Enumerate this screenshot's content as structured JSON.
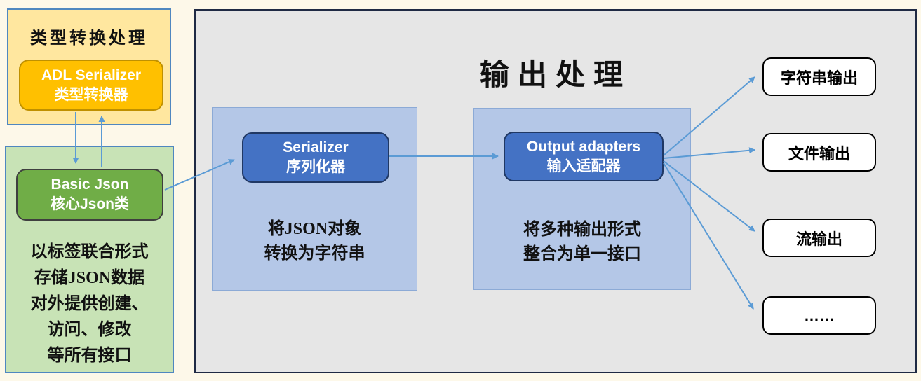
{
  "colors": {
    "page_bg": "#fdf8e9",
    "yellow_panel_fill": "#ffe79f",
    "orange_box_fill": "#ffc000",
    "green_panel_fill": "#c8e3b6",
    "green_box_fill": "#70ad47",
    "gray_panel_fill": "#e6e6e6",
    "lightblue_panel_fill": "#b4c7e7",
    "blue_box_fill": "#4472c4",
    "arrow_blue": "#5b9bd5"
  },
  "type_conversion": {
    "title": "类型转换处理",
    "adl_box": {
      "line1": "ADL Serializer",
      "line2": "类型转换器"
    }
  },
  "basic_json": {
    "box": {
      "line1": "Basic Json",
      "line2": "核心Json类"
    },
    "description": [
      "以标签联合形式",
      "存储JSON数据",
      "对外提供创建、",
      "访问、修改",
      "等所有接口"
    ]
  },
  "output_processing": {
    "title": "输出处理",
    "serializer": {
      "box_line1": "Serializer",
      "box_line2": "序列化器",
      "desc": [
        "将JSON对象",
        "转换为字符串"
      ]
    },
    "adapters": {
      "box_line1": "Output adapters",
      "box_line2": "输入适配器",
      "desc": [
        "将多种输出形式",
        "整合为单一接口"
      ]
    },
    "outputs": [
      "字符串输出",
      "文件输出",
      "流输出",
      "……"
    ]
  }
}
